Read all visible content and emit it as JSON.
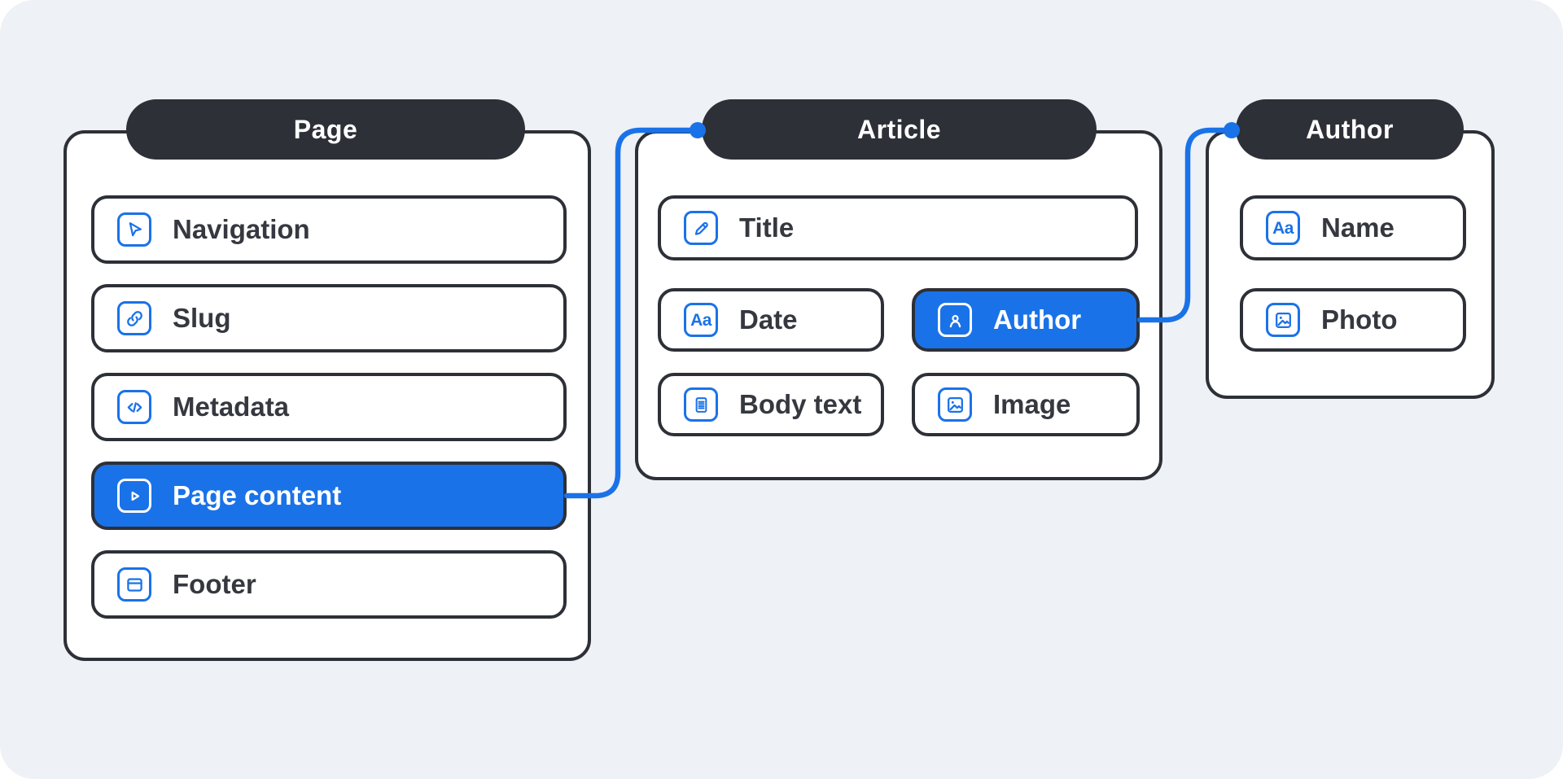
{
  "canvas": {
    "background_color": "#eef1f5",
    "dark_color": "#2d3037",
    "accent_color": "#1a72e8",
    "chip_text_color": "#35383f"
  },
  "panels": [
    {
      "title": "Page",
      "items": [
        {
          "label": "Navigation",
          "icon": "cursor-icon",
          "selected": false
        },
        {
          "label": "Slug",
          "icon": "link-icon",
          "selected": false
        },
        {
          "label": "Metadata",
          "icon": "code-icon",
          "selected": false
        },
        {
          "label": "Page content",
          "icon": "play-icon",
          "selected": true
        },
        {
          "label": "Footer",
          "icon": "window-icon",
          "selected": false
        }
      ]
    },
    {
      "title": "Article",
      "items": [
        {
          "label": "Title",
          "icon": "pencil-icon",
          "selected": false
        },
        {
          "label": "Date",
          "icon": "text-style-icon",
          "selected": false
        },
        {
          "label": "Author",
          "icon": "user-icon",
          "selected": true
        },
        {
          "label": "Body text",
          "icon": "document-icon",
          "selected": false
        },
        {
          "label": "Image",
          "icon": "image-icon",
          "selected": false
        }
      ]
    },
    {
      "title": "Author",
      "items": [
        {
          "label": "Name",
          "icon": "text-style-icon",
          "selected": false
        },
        {
          "label": "Photo",
          "icon": "image-icon",
          "selected": false
        }
      ]
    }
  ],
  "icon_text": {
    "aa": "Aa"
  },
  "connections": [
    {
      "from": "Page content",
      "to": "Article"
    },
    {
      "from": "Author field",
      "to": "Author panel"
    }
  ]
}
